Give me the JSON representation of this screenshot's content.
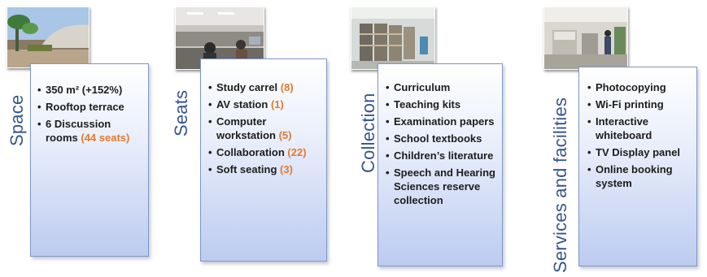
{
  "colors": {
    "title": "#35558f",
    "count": "#e07b2e",
    "card_border": "#7f97c7"
  },
  "panels": [
    {
      "title": "Space",
      "items": [
        {
          "text": "350 m² (+152%)",
          "count": ""
        },
        {
          "text": "Rooftop terrace",
          "count": ""
        },
        {
          "text": "6 Discussion rooms",
          "count": "(44 seats)"
        }
      ]
    },
    {
      "title": "Seats",
      "items": [
        {
          "text": "Study carrel",
          "count": "(8)"
        },
        {
          "text": "AV station",
          "count": "(1)"
        },
        {
          "text": "Computer workstation",
          "count": "(5)"
        },
        {
          "text": "Collaboration",
          "count": "(22)"
        },
        {
          "text": "Soft seating",
          "count": "(3)"
        }
      ]
    },
    {
      "title": "Collection",
      "items": [
        {
          "text": "Curriculum",
          "count": ""
        },
        {
          "text": "Teaching kits",
          "count": ""
        },
        {
          "text": "Examination papers",
          "count": ""
        },
        {
          "text": "School textbooks",
          "count": ""
        },
        {
          "text": "Children’s literature",
          "count": ""
        },
        {
          "text": "Speech and Hearing Sciences reserve collection",
          "count": ""
        }
      ]
    },
    {
      "title": "Services and facilities",
      "items": [
        {
          "text": "Photocopying",
          "count": ""
        },
        {
          "text": "Wi-Fi printing",
          "count": ""
        },
        {
          "text": "Interactive whiteboard",
          "count": ""
        },
        {
          "text": "TV Display panel",
          "count": ""
        },
        {
          "text": "Online booking system",
          "count": ""
        }
      ]
    }
  ]
}
